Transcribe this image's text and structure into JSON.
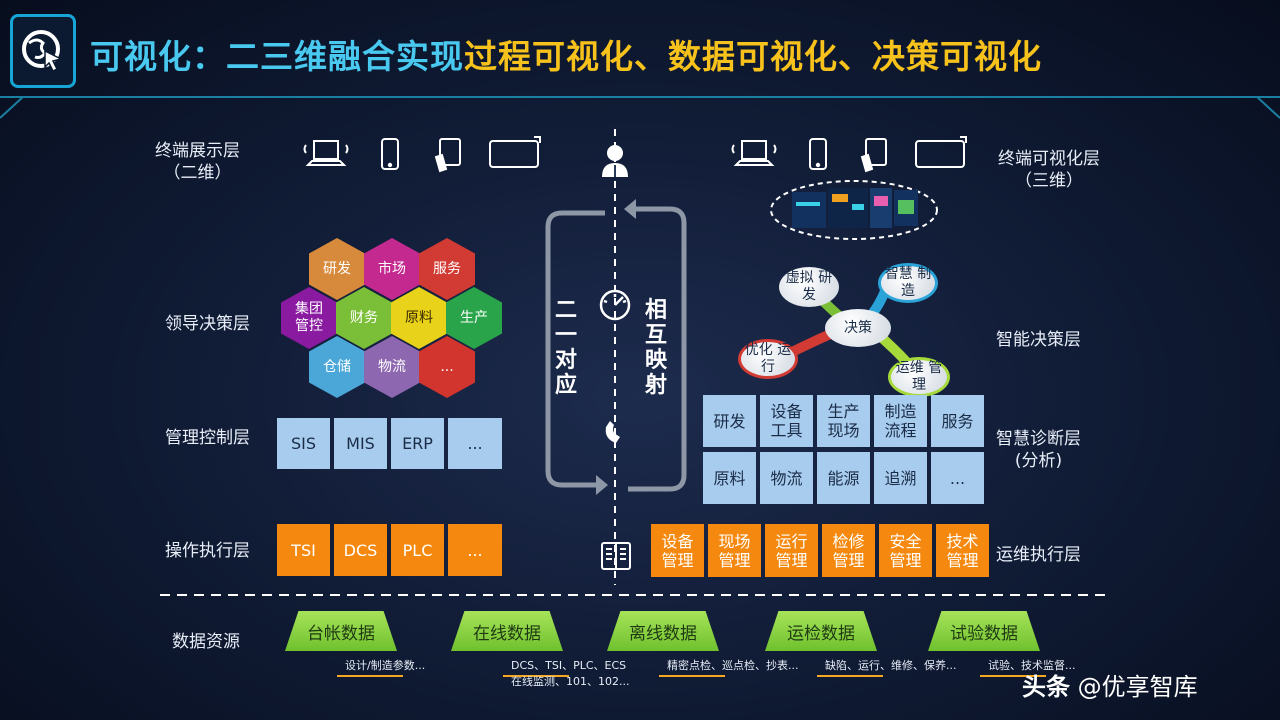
{
  "header": {
    "title_prefix": "可视化：",
    "title_middle": "二三维融合实现",
    "title_highlight": "过程可视化、数据可视化、决策可视化",
    "accent_color": "#49c9f0",
    "highlight_color": "#f7c21b"
  },
  "left_layers": {
    "terminal": {
      "line1": "终端展示层",
      "line2": "（二维）"
    },
    "decision": "领导决策层",
    "control": "管理控制层",
    "operation": "操作执行层"
  },
  "right_layers": {
    "terminal": {
      "line1": "终端可视化层",
      "line2": "（三维）"
    },
    "decision": "智能决策层",
    "diagnosis": {
      "line1": "智慧诊断层",
      "line2": "(分析)"
    },
    "ops": "运维执行层"
  },
  "data_layer": "数据资源",
  "hexagons": [
    {
      "label": "研发",
      "color": "#d78a3b"
    },
    {
      "label": "市场",
      "color": "#c3298f"
    },
    {
      "label": "服务",
      "color": "#d23b33"
    },
    {
      "label": "集团\n管控",
      "color": "#8a1aa0"
    },
    {
      "label": "财务",
      "color": "#7bbf38"
    },
    {
      "label": "原料",
      "color": "#e8d21a"
    },
    {
      "label": "生产",
      "color": "#29a44a"
    },
    {
      "label": "仓储",
      "color": "#4aa7d8"
    },
    {
      "label": "物流",
      "color": "#8d67b0"
    },
    {
      "label": "...",
      "color": "#d2352e"
    }
  ],
  "control_boxes": [
    "SIS",
    "MIS",
    "ERP",
    "..."
  ],
  "operation_boxes": [
    "TSI",
    "DCS",
    "PLC",
    "..."
  ],
  "center": {
    "left_text": "二一对应",
    "right_text": "相互映射"
  },
  "decision_bubbles": {
    "center": "决策",
    "virtual_rd": "虚拟\n研发",
    "smart_mfg": "智慧\n制造",
    "optimize": "优化\n运行",
    "ops_mgmt": "运维\n管理"
  },
  "diagnosis_row1": [
    "研发",
    "设备\n工具",
    "生产\n现场",
    "制造\n流程",
    "服务"
  ],
  "diagnosis_row2": [
    "原料",
    "物流",
    "能源",
    "追溯",
    "..."
  ],
  "ops_boxes": [
    "设备\n管理",
    "现场\n管理",
    "运行\n管理",
    "检修\n管理",
    "安全\n管理",
    "技术\n管理"
  ],
  "data_tabs": [
    {
      "label": "台帐数据",
      "note": "设计/制造参数..."
    },
    {
      "label": "在线数据",
      "note": "DCS、TSI、PLC、ECS",
      "note2": "在线监测、101、102..."
    },
    {
      "label": "离线数据",
      "note": "精密点检、巡点检、抄表..."
    },
    {
      "label": "运检数据",
      "note": "缺陷、运行、维修、保养..."
    },
    {
      "label": "试验数据",
      "note": "试验、技术监督..."
    }
  ],
  "watermark": {
    "brand": "头条",
    "account": "@优享智库"
  }
}
